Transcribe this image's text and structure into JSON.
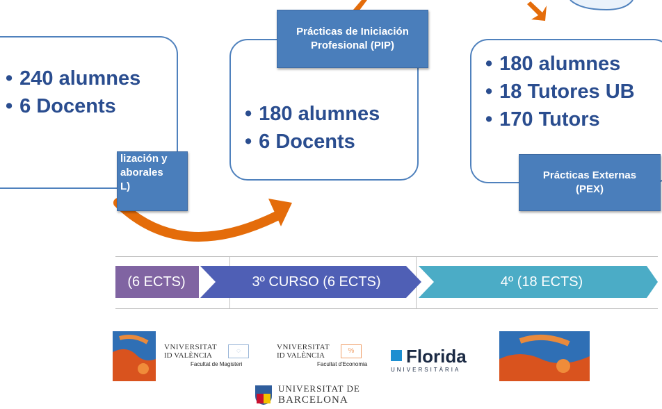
{
  "cards": {
    "left": {
      "bullets": [
        "240 alumnes",
        "6 Docents"
      ]
    },
    "middle": {
      "bullets": [
        "180 alumnes",
        "6 Docents"
      ]
    },
    "right": {
      "bullets": [
        "180 alumnes",
        "18 Tutores UB",
        "170 Tutors"
      ]
    }
  },
  "labels": {
    "left": [
      "lización y",
      "aborales",
      "L)"
    ],
    "middle": [
      "Prácticas de Iniciación",
      "Profesional (PIP)"
    ],
    "right": [
      "Prácticas Externas",
      "(PEX)"
    ]
  },
  "timeline": {
    "stage1": "(6 ECTS)",
    "stage2": "3º CURSO (6 ECTS)",
    "stage3": "4º (18 ECTS)"
  },
  "logos": {
    "magisteri": {
      "line1": "VNIVERSITAT",
      "line2": "ID VALÈNCIA",
      "line3": "Facultat de Magisteri"
    },
    "economia": {
      "line1": "VNIVERSITAT",
      "line2": "ID VALÈNCIA",
      "line3": "Facultat d'Economia"
    },
    "florida": {
      "name": "Florida",
      "sub": "UNIVERSITÀRIA"
    },
    "barcelona": {
      "line1": "UNIVERSITAT DE",
      "line2": "BARCELONA"
    }
  },
  "colors": {
    "card_border": "#4f81bd",
    "bullet_text": "#2a4d8f",
    "label_box": "#4a7ebb",
    "arrow": "#e46c0a",
    "stage1": "#8064a2",
    "stage2": "#4f5fb5",
    "stage3": "#4bacc6"
  }
}
